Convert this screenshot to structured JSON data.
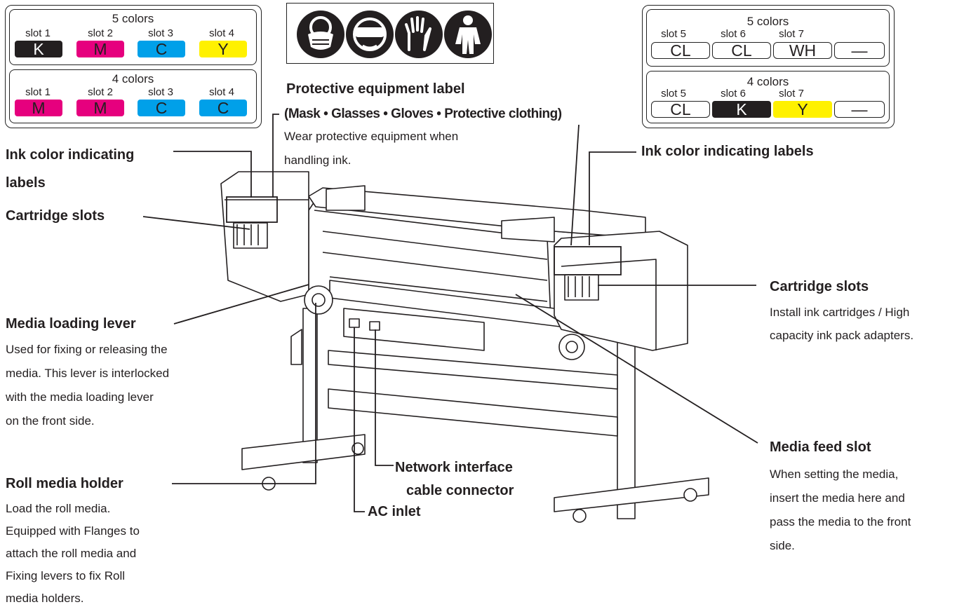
{
  "left_labels": {
    "five": {
      "title": "5 colors",
      "slots": [
        {
          "name": "slot 1",
          "ink": "K",
          "bg": "#231f20",
          "fg": "#ffffff"
        },
        {
          "name": "slot 2",
          "ink": "M",
          "bg": "#e6007e",
          "fg": "#231f20"
        },
        {
          "name": "slot 3",
          "ink": "C",
          "bg": "#00a0e9",
          "fg": "#231f20"
        },
        {
          "name": "slot 4",
          "ink": "Y",
          "bg": "#fff100",
          "fg": "#231f20"
        }
      ]
    },
    "four": {
      "title": "4 colors",
      "slots": [
        {
          "name": "slot 1",
          "ink": "M",
          "bg": "#e6007e",
          "fg": "#231f20"
        },
        {
          "name": "slot 2",
          "ink": "M",
          "bg": "#e6007e",
          "fg": "#231f20"
        },
        {
          "name": "slot 3",
          "ink": "C",
          "bg": "#00a0e9",
          "fg": "#231f20"
        },
        {
          "name": "slot 4",
          "ink": "C",
          "bg": "#00a0e9",
          "fg": "#231f20"
        }
      ]
    }
  },
  "right_labels": {
    "five": {
      "title": "5 colors",
      "slots": [
        {
          "name": "slot 5",
          "ink": "CL",
          "style": "outline"
        },
        {
          "name": "slot 6",
          "ink": "CL",
          "style": "outline"
        },
        {
          "name": "slot 7",
          "ink": "WH",
          "style": "outline"
        },
        {
          "name": "",
          "ink": "—",
          "style": "outline"
        }
      ]
    },
    "four": {
      "title": "4 colors",
      "slots": [
        {
          "name": "slot 5",
          "ink": "CL",
          "style": "outline"
        },
        {
          "name": "slot 6",
          "ink": "K",
          "bg": "#231f20",
          "fg": "#ffffff"
        },
        {
          "name": "slot 7",
          "ink": "Y",
          "bg": "#fff100",
          "fg": "#231f20"
        },
        {
          "name": "",
          "ink": "—",
          "style": "outline"
        }
      ]
    }
  },
  "protective_icons": [
    "mask-icon",
    "glasses-icon",
    "gloves-icon",
    "protective-clothing-icon"
  ],
  "callouts": {
    "protective_label": {
      "title": "Protective equipment label",
      "subtitle": "(Mask • Glasses • Gloves • Protective clothing)",
      "desc": [
        "Wear protective equipment when",
        "handling ink."
      ]
    },
    "ink_color_left": {
      "title": [
        "Ink color indicating",
        "labels"
      ]
    },
    "ink_color_right": {
      "title": "Ink color indicating labels"
    },
    "cartridge_left": {
      "title": "Cartridge slots"
    },
    "cartridge_right": {
      "title": "Cartridge slots",
      "desc": [
        "Install ink cartridges / High",
        "capacity ink pack adapters."
      ]
    },
    "media_lever": {
      "title": "Media loading lever",
      "desc": [
        "Used for fixing or releasing the",
        "media. This lever is interlocked",
        "with the media loading lever",
        "on the front side."
      ]
    },
    "roll_holder": {
      "title": "Roll media holder",
      "desc": [
        "Load the roll media.",
        "Equipped with Flanges to",
        "attach the roll media and",
        "Fixing levers to fix Roll",
        "media holders."
      ]
    },
    "network": {
      "title": [
        "Network interface",
        "cable connector"
      ]
    },
    "ac_inlet": {
      "title": "AC inlet"
    },
    "media_feed": {
      "title": "Media feed slot",
      "desc": [
        "When setting the media,",
        "insert the media here and",
        "pass the media to the front",
        "side."
      ]
    }
  }
}
